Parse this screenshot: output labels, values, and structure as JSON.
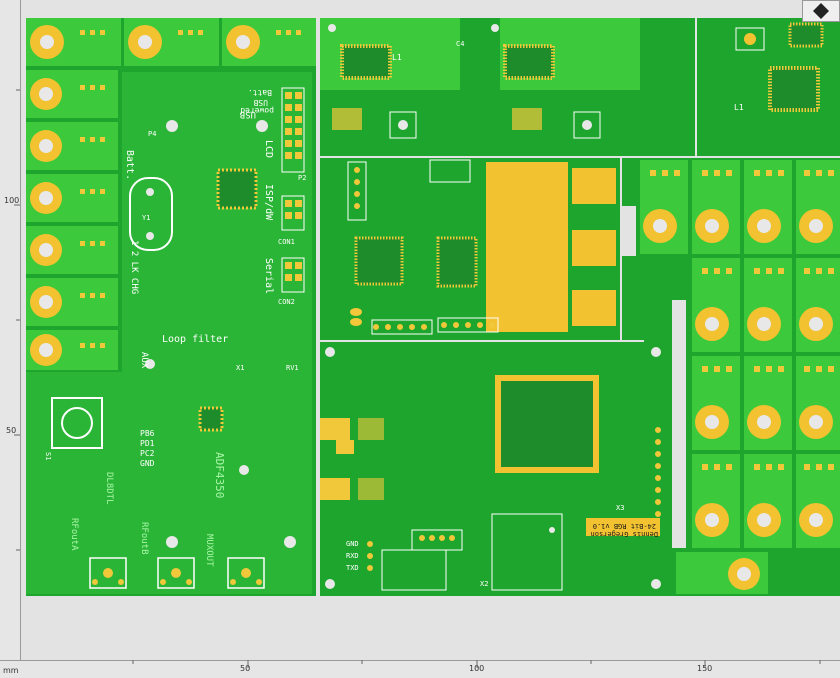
{
  "app": {
    "title": "PCB Layout View"
  },
  "rulers": {
    "unit": "mm",
    "left_ticks": [
      "100",
      "50"
    ],
    "bottom_ticks": [
      "50",
      "100",
      "150"
    ]
  },
  "colors": {
    "background": "#e3e3e3",
    "board_dark": "#1e9e2e",
    "board_light": "#3fcf3f",
    "copper": "#f2c230",
    "pad": "#f0c83a",
    "silkscreen": "#ffffff",
    "hole": "#e8e8e8"
  },
  "labels": {
    "usb_batt": "USB\nBatt.\npowered",
    "lcd": "LCD",
    "isp": "ISP/dW",
    "serial": "Serial",
    "batt": "Batt.",
    "lk_chg": "1 2 LK CHG",
    "loop_filter": "Loop filter",
    "aux": "AUX",
    "pins": "PB6\nPD1\nPC2\nGND",
    "adf": "ADF4350",
    "muxout": "MUXOUT",
    "rfouta": "RFoutA",
    "rfoutb": "RFoutB",
    "dl8dtl": "DL8DTL",
    "dennis": "Dennis Gregerson\n24-Bit RGB v1.0",
    "con1": "CON1",
    "con2": "CON2",
    "p2": "P2",
    "p4": "P4",
    "rv1": "RV1",
    "s1": "S1",
    "txd": "TXD",
    "rxd": "RXD",
    "gnd": "GND",
    "l1": "L1",
    "c4": "C4",
    "x1": "X1",
    "y1": "Y1",
    "x2": "X2",
    "x3": "X3"
  }
}
